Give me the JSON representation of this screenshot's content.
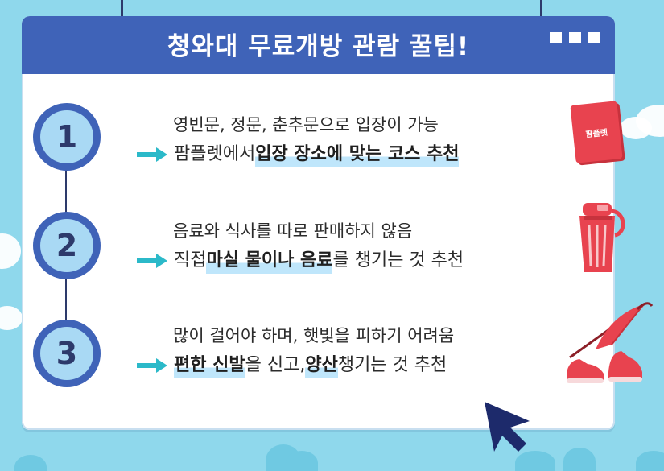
{
  "header": {
    "title": "청와대 무료개방 관람 꿀팁!"
  },
  "steps": [
    {
      "number": "1",
      "line1": "영빈문, 정문, 춘추문으로 입장이 가능",
      "line2_pre": "팜플렛에서 ",
      "line2_hl": "입장 장소에 맞는 코스 추천",
      "line2_mid": "",
      "line2_hl2": "",
      "line2_post": ""
    },
    {
      "number": "2",
      "line1": "음료와 식사를 따로 판매하지 않음",
      "line2_pre": "직접 ",
      "line2_hl": "마실 물이나 음료",
      "line2_mid": "를 챙기는 것 추천",
      "line2_hl2": "",
      "line2_post": ""
    },
    {
      "number": "3",
      "line1": "많이 걸어야 하며, 햇빛을 피하기 어려움",
      "line2_pre": "",
      "line2_hl": "편한 신발",
      "line2_mid": "을 신고, ",
      "line2_hl2": "양산",
      "line2_post": " 챙기는 것 추천"
    }
  ],
  "illustrations": {
    "pamphlet_label": "팜플렛",
    "pamphlet": "pamphlet-icon",
    "bottle": "water-bottle-icon",
    "umbrella": "umbrella-icon",
    "shoes": "sneakers-icon",
    "cursor": "cursor-arrow-icon"
  },
  "colors": {
    "background": "#8fd8ec",
    "header": "#3f63b8",
    "accent": "#2bb9c9",
    "highlight": "#bfe6fb",
    "circle_inner": "#a9d9f4",
    "dark": "#2d3a6b",
    "red": "#e8434f"
  }
}
